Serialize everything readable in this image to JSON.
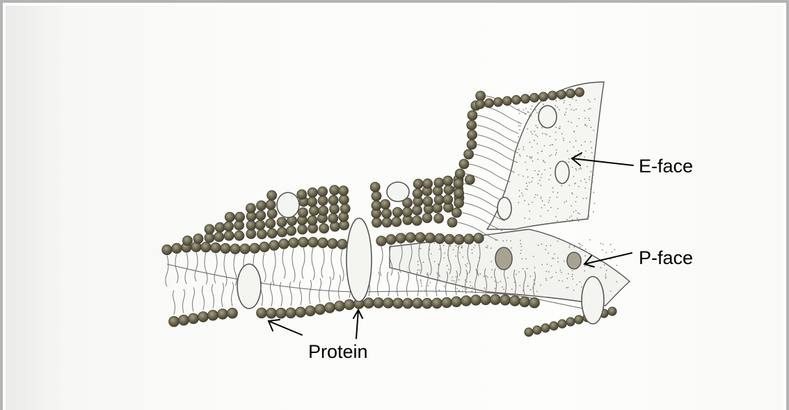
{
  "diagram": {
    "labels": {
      "e_face": "E-face",
      "p_face": "P-face",
      "protein": "Protein"
    },
    "colors": {
      "frame": "#b3b3b3",
      "paper": "#fbfbf9",
      "lipid_head": "#6b6650",
      "lipid_head_highlight": "#9c977c",
      "pencil": "#555555",
      "label": "#000000"
    }
  }
}
